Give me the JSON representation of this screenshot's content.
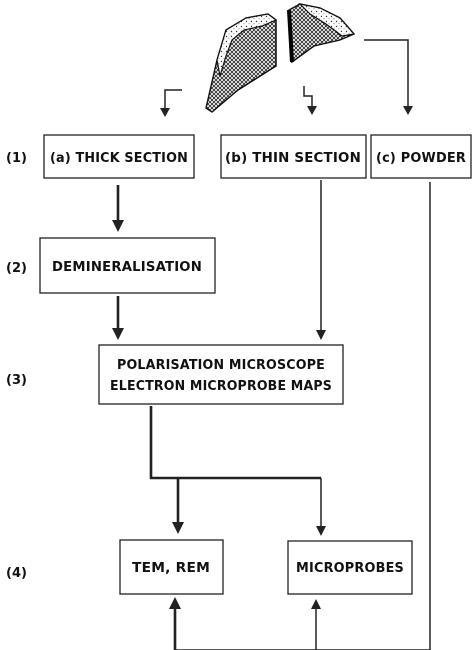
{
  "steps": {
    "s1": "(1)",
    "s2": "(2)",
    "s3": "(3)",
    "s4": "(4)"
  },
  "boxes": {
    "thick_section": "(a) THICK SECTION",
    "thin_section": "(b) THIN SECTION",
    "powder": "(c) POWDER",
    "demineralisation": "DEMINERALISATION",
    "polarisation_line1": "POLARISATION  MICROSCOPE",
    "polarisation_line2": "ELECTRON  MICROPROBE  MAPS",
    "tem_rem": "TEM, REM",
    "microprobes": "MICROPROBES"
  }
}
